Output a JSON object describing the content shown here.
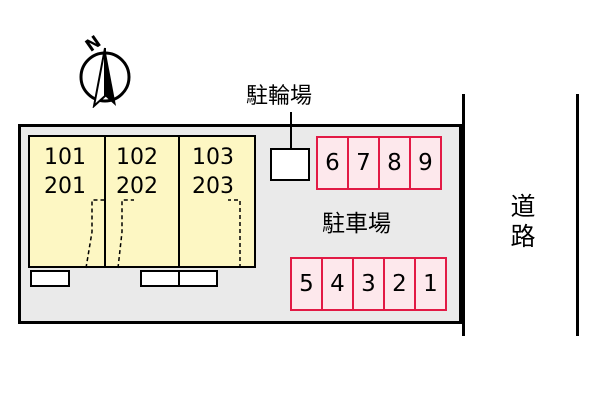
{
  "compass": {
    "label": "N",
    "icon": "north-arrow-icon"
  },
  "buildings": [
    {
      "upper": "101",
      "lower": "201"
    },
    {
      "upper": "102",
      "lower": "202"
    },
    {
      "upper": "103",
      "lower": "203"
    }
  ],
  "bike_parking": {
    "label": "駐輪場"
  },
  "parking": {
    "label": "駐車場",
    "top_row": [
      "6",
      "7",
      "8",
      "9"
    ],
    "bottom_row": [
      "5",
      "4",
      "3",
      "2",
      "1"
    ]
  },
  "road": {
    "label_line1": "道",
    "label_line2": "路"
  },
  "colors": {
    "building_fill": "#fdf7c3",
    "lot_fill": "#eaeaea",
    "parking_border": "#e21a45",
    "parking_fill": "#fde8ec"
  }
}
